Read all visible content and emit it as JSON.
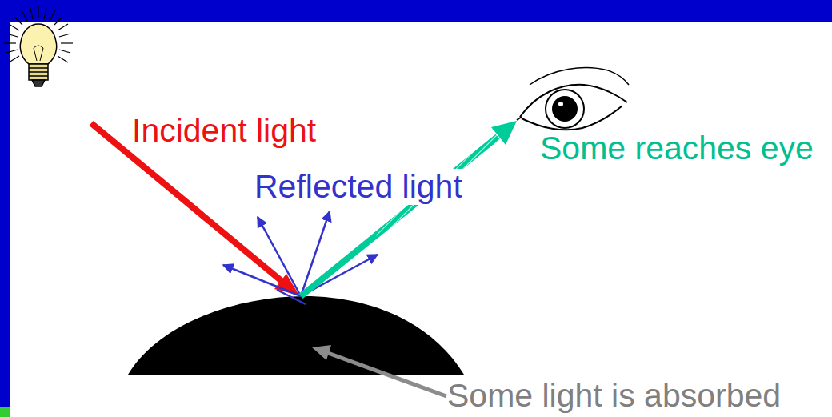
{
  "diagram": {
    "labels": [
      "Incident light",
      "Some reaches eye",
      "Reflected light",
      "Some light is absorbed"
    ]
  }
}
